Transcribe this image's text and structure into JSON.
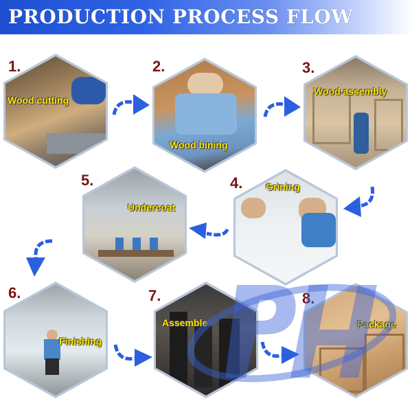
{
  "header": {
    "title": "PRODUCTION PROCESS FLOW"
  },
  "steps": [
    {
      "number": "1.",
      "label": "Wood cutting"
    },
    {
      "number": "2.",
      "label": "Wood bining"
    },
    {
      "number": "3.",
      "label": "Wood assembly"
    },
    {
      "number": "4.",
      "label": "Grining"
    },
    {
      "number": "5.",
      "label": "Undercoat"
    },
    {
      "number": "6.",
      "label": "Finishing"
    },
    {
      "number": "7.",
      "label": "Assemble"
    },
    {
      "number": "8.",
      "label": "Package"
    }
  ],
  "colors": {
    "banner": "#2f63e6",
    "arrow": "#2b5fe0",
    "label": "#ffe600",
    "number": "#7a1414"
  }
}
